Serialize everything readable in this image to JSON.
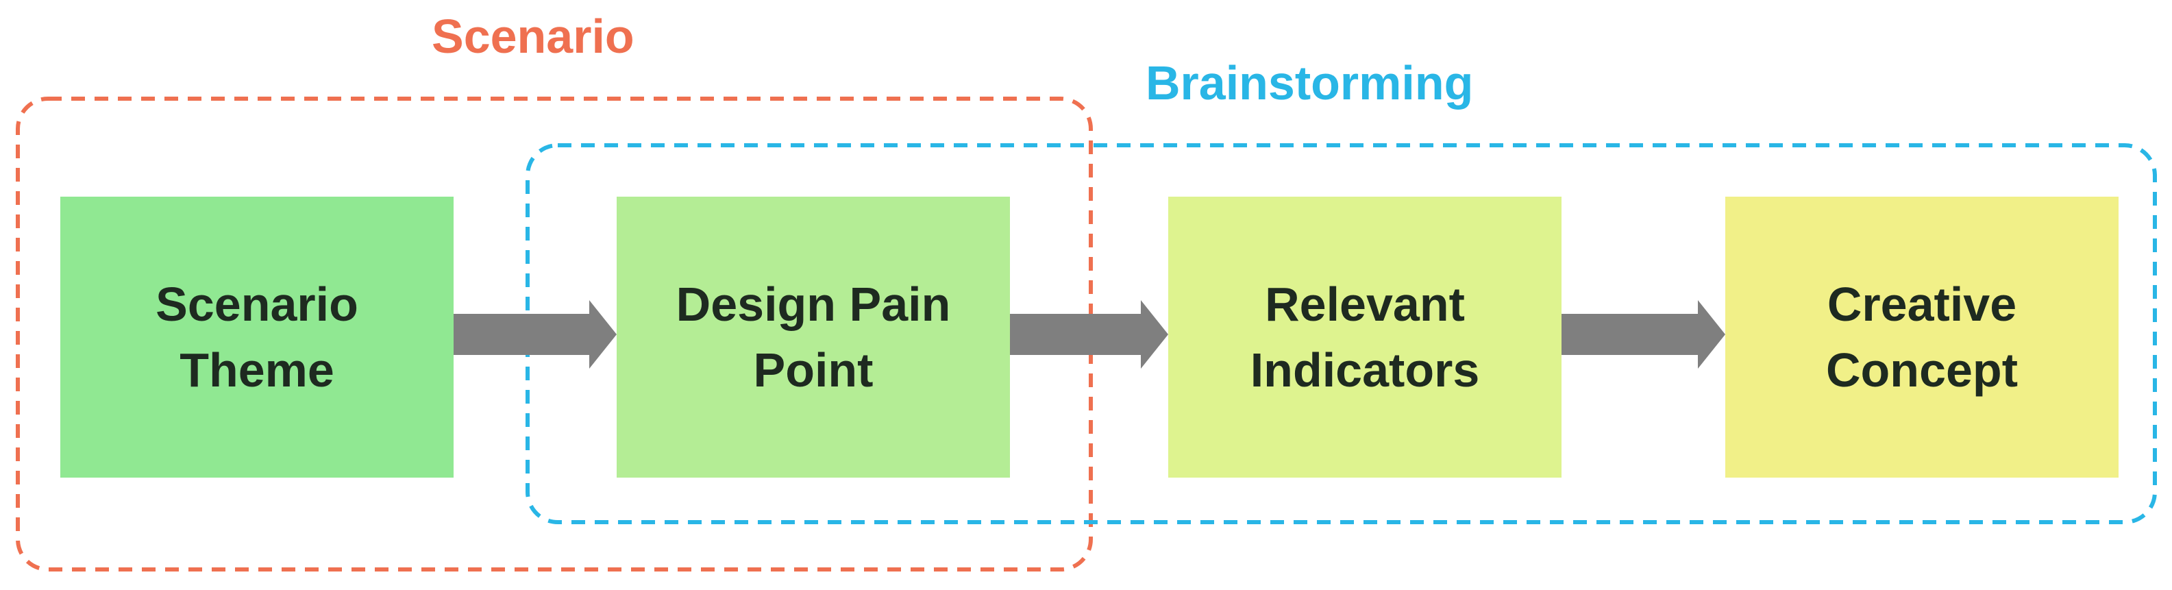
{
  "groups": {
    "scenario": {
      "label": "Scenario",
      "color": "#ef7050"
    },
    "brainstorming": {
      "label": "Brainstorming",
      "color": "#29b6e6"
    }
  },
  "steps": [
    {
      "lines": [
        "Scenario",
        "Theme"
      ],
      "fill": "#90e892"
    },
    {
      "lines": [
        "Design Pain",
        "Point"
      ],
      "fill": "#b4ed95"
    },
    {
      "lines": [
        "Relevant",
        "Indicators"
      ],
      "fill": "#def38f"
    },
    {
      "lines": [
        "Creative",
        "Concept"
      ],
      "fill": "#f1f088"
    }
  ],
  "arrow_color": "#7f7f7f"
}
